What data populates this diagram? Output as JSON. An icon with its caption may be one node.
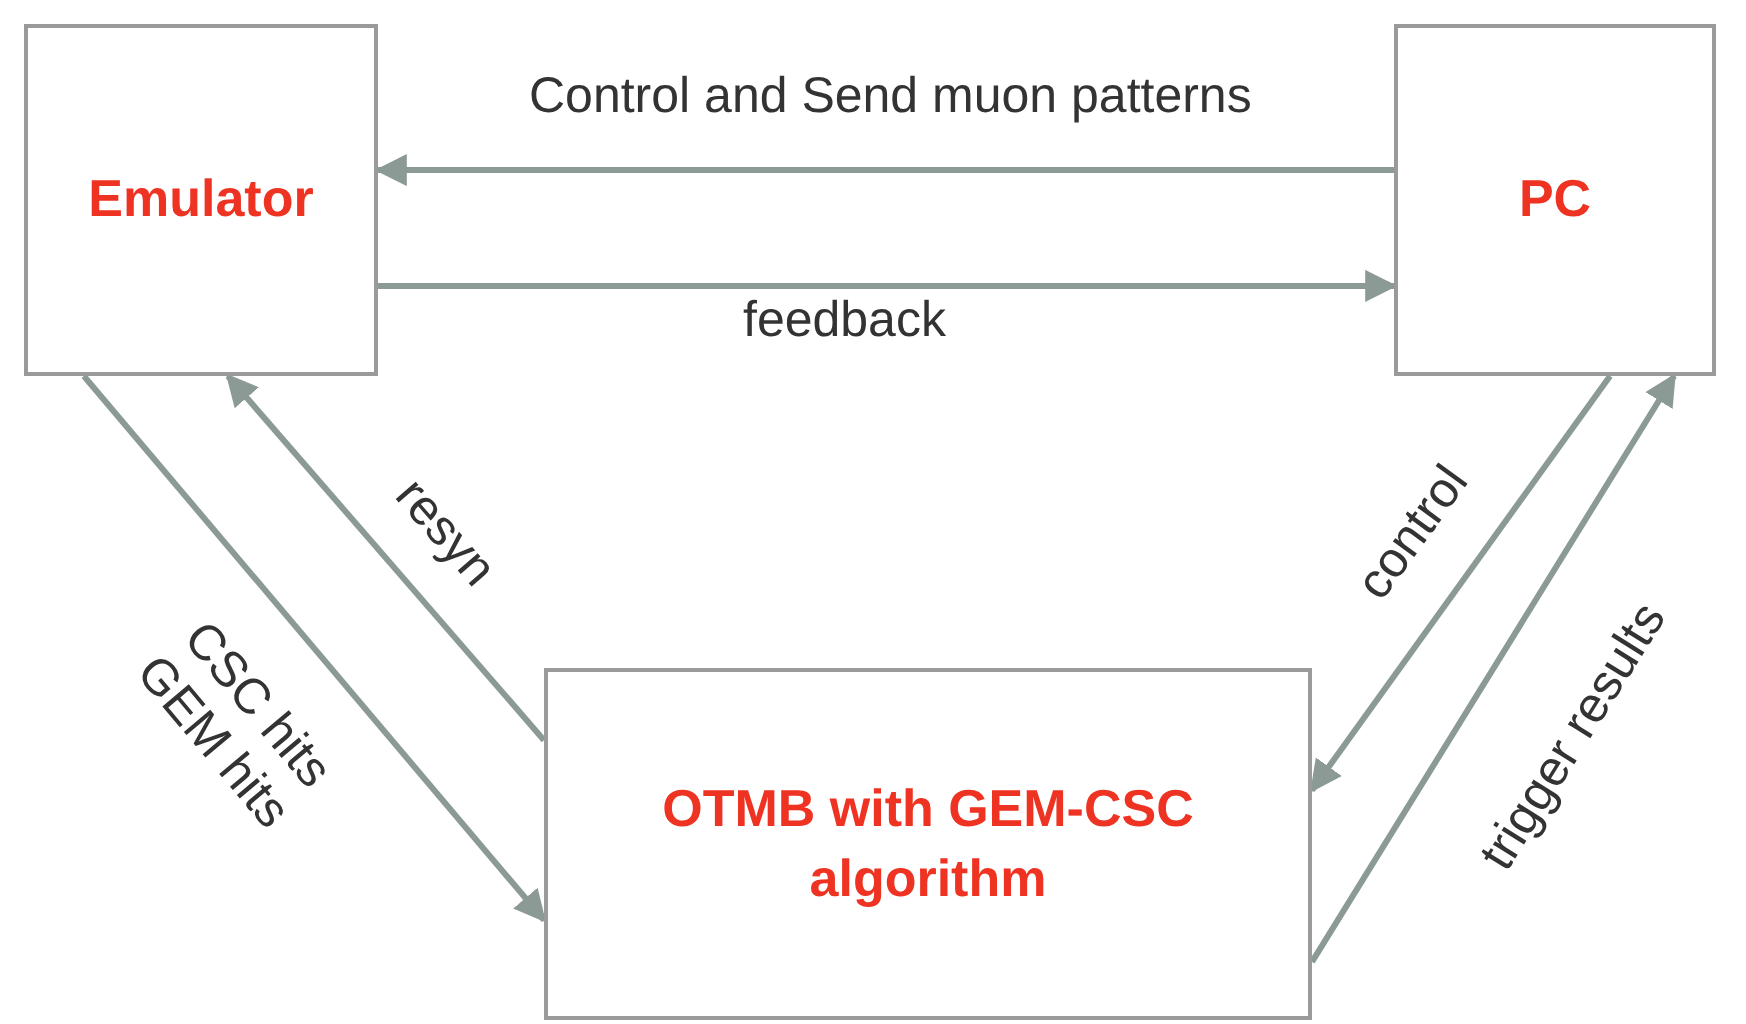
{
  "diagram": {
    "nodes": [
      {
        "text": [
          "Emulator"
        ]
      },
      {
        "text": [
          "PC"
        ]
      },
      {
        "text": [
          "OTMB with GEM-CSC algorithm"
        ]
      }
    ],
    "edges": [
      {
        "from": 1,
        "to": 0,
        "arrow": "to",
        "label": "Control and Send muon patterns"
      },
      {
        "from": 0,
        "to": 1,
        "arrow": "to",
        "label": "feedback"
      },
      {
        "from": 0,
        "to": 2,
        "arrow": "to",
        "label": "CSC hits GEM hits"
      },
      {
        "from": 2,
        "to": 0,
        "arrow": "to",
        "label": "resyn"
      },
      {
        "from": 1,
        "to": 2,
        "arrow": "to",
        "label": "control"
      },
      {
        "from": 2,
        "to": 1,
        "arrow": "to",
        "label": "trigger results"
      }
    ]
  }
}
